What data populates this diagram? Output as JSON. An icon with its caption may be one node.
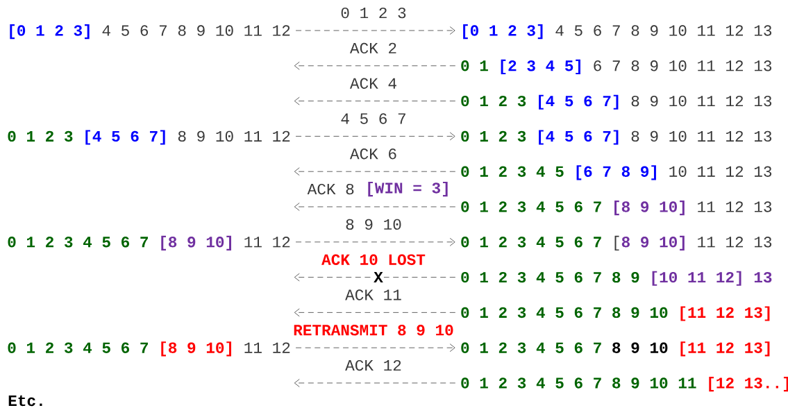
{
  "diagram": {
    "nodes": [
      {
        "text": [
          "[0 1 2 3]",
          "4 5 6 7 8 9 10 11 12"
        ]
      },
      {
        "text": [
          "[0 1 2 3]",
          "4 5 6 7 8 9 10 11 12 13"
        ]
      },
      {
        "text": [
          "0 1",
          "[2 3 4 5]",
          "6 7 8 9 10 11 12 13"
        ]
      },
      {
        "text": [
          "0 1 2 3",
          "[4 5 6 7]",
          "8 9 10 11 12 13"
        ]
      },
      {
        "text": [
          "0 1 2 3",
          "[4 5 6 7]",
          "8 9 10 11 12"
        ]
      },
      {
        "text": [
          "0 1 2 3",
          "[4 5 6 7]",
          "8 9 10 11 12 13"
        ]
      },
      {
        "text": [
          "0 1 2 3 4 5",
          "[6 7 8 9]",
          "10 11 12 13"
        ]
      },
      {
        "text": [
          "0 1 2 3 4 5 6 7",
          "[8 9 10]",
          "11 12 13"
        ]
      },
      {
        "text": [
          "0 1 2 3 4 5 6 7",
          "[8 9 10]",
          "11 12"
        ]
      },
      {
        "text": [
          "0 1 2 3 4 5 6 7",
          "[",
          "8 9 10]",
          "11 12 13"
        ]
      },
      {
        "text": [
          "0 1 2 3 4 5 6 7 8 9",
          "[10 11 12] 13"
        ]
      },
      {
        "text": [
          "0 1 2 3 4 5 6 7 8 9 10",
          "[11 12 13]"
        ]
      },
      {
        "text": [
          "0 1 2 3 4 5 6 7",
          "[8 9 10]",
          "11 12"
        ]
      },
      {
        "text": [
          "0 1 2 3 4 5 6 7",
          "8 9 10",
          "[11 12 13]"
        ]
      },
      {
        "text": [
          "0 1 2 3 4 5 6 7 8 9 10 11",
          "[12 13..]"
        ]
      }
    ],
    "edges": [
      {
        "from": 0,
        "to": 1,
        "arrow": "to",
        "label": "0 1 2 3"
      },
      {
        "from": 2,
        "to": null,
        "arrow": "to",
        "label": "ACK 2"
      },
      {
        "from": 3,
        "to": null,
        "arrow": "to",
        "label": "ACK 4"
      },
      {
        "from": 4,
        "to": 5,
        "arrow": "to",
        "label": "4 5 6 7"
      },
      {
        "from": 6,
        "to": null,
        "arrow": "to",
        "label": "ACK 6"
      },
      {
        "from": 7,
        "to": null,
        "arrow": "to",
        "label": "ACK 8"
      },
      {
        "from": 8,
        "to": 9,
        "arrow": "to",
        "label": "8 9 10"
      },
      {
        "from": 10,
        "to": null,
        "arrow": "to",
        "label": "ACK 10 LOST"
      },
      {
        "from": 11,
        "to": null,
        "arrow": "to",
        "label": "ACK 11"
      },
      {
        "from": 12,
        "to": 13,
        "arrow": "to",
        "label": "RETRANSMIT 8 9 10"
      },
      {
        "from": 14,
        "to": null,
        "arrow": "to",
        "label": "ACK 12"
      }
    ],
    "labels": [
      "[WIN = 3]",
      "X",
      "Etc."
    ]
  }
}
